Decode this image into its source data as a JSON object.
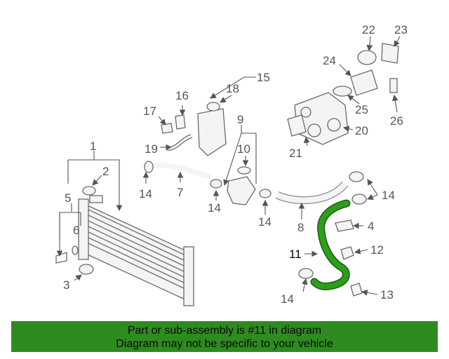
{
  "diagram": {
    "callouts": [
      "1",
      "2",
      "3",
      "4",
      "5",
      "6",
      "7",
      "8",
      "9",
      "10",
      "11",
      "12",
      "13",
      "14",
      "15",
      "16",
      "17",
      "18",
      "19",
      "20",
      "21",
      "22",
      "23",
      "24",
      "25",
      "26"
    ],
    "highlighted_part": "11",
    "highlight_color": "#2e9e1a"
  },
  "banner": {
    "line1": "Part or sub-assembly is #11 in diagram",
    "line2": "Diagram may not be specific to your vehicle",
    "background": "#2e8b1f"
  }
}
